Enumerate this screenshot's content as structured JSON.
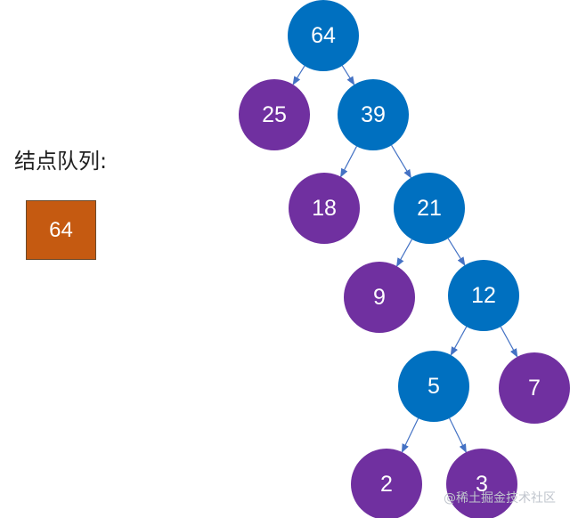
{
  "queue": {
    "title": "结点队列:",
    "items": [
      "64"
    ]
  },
  "colors": {
    "internal_node": "#0070c0",
    "leaf_node": "#7030a0",
    "queue_box": "#c55a11",
    "edge": "#4472c4"
  },
  "tree": {
    "nodes": [
      {
        "id": "n64",
        "label": "64",
        "type": "internal"
      },
      {
        "id": "n25",
        "label": "25",
        "type": "leaf"
      },
      {
        "id": "n39",
        "label": "39",
        "type": "internal"
      },
      {
        "id": "n18",
        "label": "18",
        "type": "leaf"
      },
      {
        "id": "n21",
        "label": "21",
        "type": "internal"
      },
      {
        "id": "n9",
        "label": "9",
        "type": "leaf"
      },
      {
        "id": "n12",
        "label": "12",
        "type": "internal"
      },
      {
        "id": "n5",
        "label": "5",
        "type": "internal"
      },
      {
        "id": "n7",
        "label": "7",
        "type": "leaf"
      },
      {
        "id": "n2",
        "label": "2",
        "type": "leaf"
      },
      {
        "id": "n3",
        "label": "3",
        "type": "leaf"
      }
    ],
    "edges": [
      {
        "from": "n64",
        "to": "n25"
      },
      {
        "from": "n64",
        "to": "n39"
      },
      {
        "from": "n39",
        "to": "n18"
      },
      {
        "from": "n39",
        "to": "n21"
      },
      {
        "from": "n21",
        "to": "n9"
      },
      {
        "from": "n21",
        "to": "n12"
      },
      {
        "from": "n12",
        "to": "n5"
      },
      {
        "from": "n12",
        "to": "n7"
      },
      {
        "from": "n5",
        "to": "n2"
      },
      {
        "from": "n5",
        "to": "n3"
      }
    ]
  },
  "watermark": "@稀土掘金技术社区"
}
